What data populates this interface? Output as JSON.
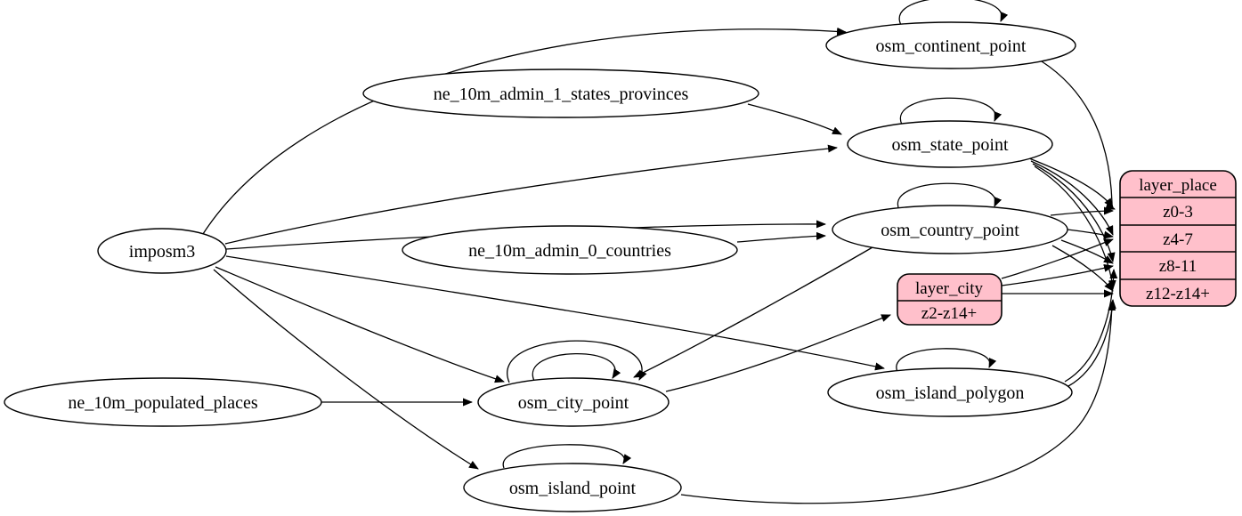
{
  "diagram": {
    "type": "etl-graph",
    "nodes": {
      "imposm3": "imposm3",
      "ne_10m_admin_1_states_provinces": "ne_10m_admin_1_states_provinces",
      "ne_10m_admin_0_countries": "ne_10m_admin_0_countries",
      "ne_10m_populated_places": "ne_10m_populated_places",
      "osm_continent_point": "osm_continent_point",
      "osm_state_point": "osm_state_point",
      "osm_country_point": "osm_country_point",
      "osm_city_point": "osm_city_point",
      "osm_island_polygon": "osm_island_polygon",
      "osm_island_point": "osm_island_point"
    },
    "records": {
      "layer_city": {
        "title": "layer_city",
        "rows": [
          "z2-z14+"
        ]
      },
      "layer_place": {
        "title": "layer_place",
        "rows": [
          "z0-3",
          "z4-7",
          "z8-11",
          "z12-z14+"
        ]
      }
    },
    "edges": [
      {
        "from": "imposm3",
        "to": "osm_continent_point"
      },
      {
        "from": "imposm3",
        "to": "osm_state_point"
      },
      {
        "from": "imposm3",
        "to": "osm_country_point"
      },
      {
        "from": "imposm3",
        "to": "osm_city_point"
      },
      {
        "from": "imposm3",
        "to": "osm_island_polygon"
      },
      {
        "from": "imposm3",
        "to": "osm_island_point"
      },
      {
        "from": "ne_10m_admin_1_states_provinces",
        "to": "osm_state_point"
      },
      {
        "from": "ne_10m_admin_0_countries",
        "to": "osm_country_point"
      },
      {
        "from": "ne_10m_populated_places",
        "to": "osm_city_point"
      },
      {
        "from": "osm_continent_point",
        "to": "osm_continent_point"
      },
      {
        "from": "osm_state_point",
        "to": "osm_state_point"
      },
      {
        "from": "osm_country_point",
        "to": "osm_country_point"
      },
      {
        "from": "osm_city_point",
        "to": "osm_city_point"
      },
      {
        "from": "osm_city_point",
        "to": "osm_city_point"
      },
      {
        "from": "osm_island_polygon",
        "to": "osm_island_polygon"
      },
      {
        "from": "osm_island_point",
        "to": "osm_island_point"
      },
      {
        "from": "osm_country_point",
        "to": "osm_city_point"
      },
      {
        "from": "osm_city_point",
        "to": "layer_city:z2-z14+"
      },
      {
        "from": "osm_continent_point",
        "to": "layer_place:z0-3"
      },
      {
        "from": "osm_state_point",
        "to": "layer_place:z0-3"
      },
      {
        "from": "osm_state_point",
        "to": "layer_place:z4-7"
      },
      {
        "from": "osm_state_point",
        "to": "layer_place:z8-11"
      },
      {
        "from": "osm_state_point",
        "to": "layer_place:z12-z14+"
      },
      {
        "from": "osm_country_point",
        "to": "layer_place:z0-3"
      },
      {
        "from": "osm_country_point",
        "to": "layer_place:z4-7"
      },
      {
        "from": "osm_country_point",
        "to": "layer_place:z8-11"
      },
      {
        "from": "osm_country_point",
        "to": "layer_place:z12-z14+"
      },
      {
        "from": "layer_city",
        "to": "layer_place:z4-7"
      },
      {
        "from": "layer_city",
        "to": "layer_place:z8-11"
      },
      {
        "from": "layer_city",
        "to": "layer_place:z12-z14+"
      },
      {
        "from": "osm_island_polygon",
        "to": "layer_place:z8-11"
      },
      {
        "from": "osm_island_polygon",
        "to": "layer_place:z12-z14+"
      },
      {
        "from": "osm_island_point",
        "to": "layer_place:z12-z14+"
      }
    ]
  },
  "colors": {
    "background": "#ffffff",
    "record_fill": "#ffc0cb",
    "node_fill": "#ffffff",
    "stroke": "#000000"
  }
}
